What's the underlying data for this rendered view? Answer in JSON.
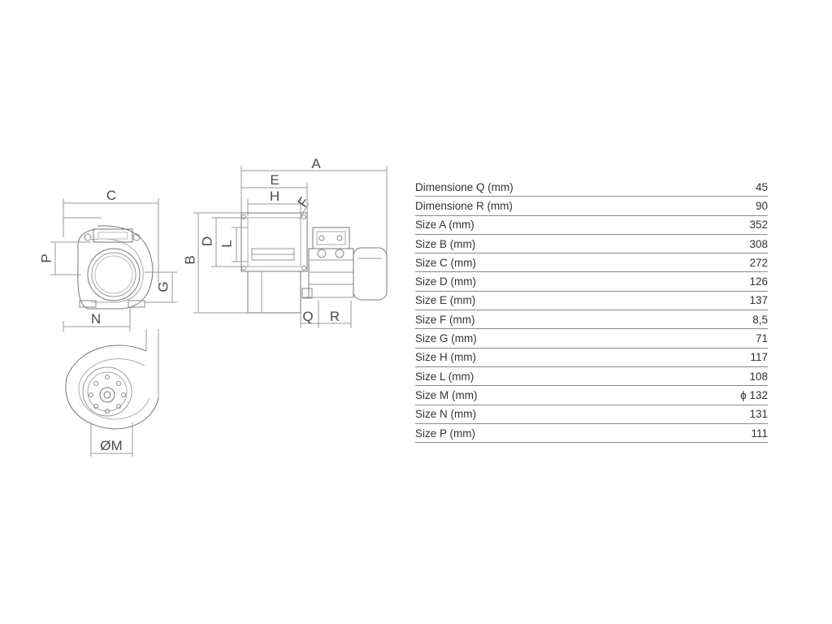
{
  "drawing": {
    "labels": {
      "A": "A",
      "B": "B",
      "C": "C",
      "D": "D",
      "E": "E",
      "F": "F",
      "G": "G",
      "H": "H",
      "L": "L",
      "N": "N",
      "P": "P",
      "Q": "Q",
      "R": "R",
      "M": "ØM"
    }
  },
  "specs": {
    "rows": [
      {
        "label": "Dimensione Q (mm)",
        "value": "45"
      },
      {
        "label": "Dimensione R (mm)",
        "value": "90"
      },
      {
        "label": "Size A (mm)",
        "value": "352"
      },
      {
        "label": "Size B (mm)",
        "value": "308"
      },
      {
        "label": "Size C (mm)",
        "value": "272"
      },
      {
        "label": "Size D (mm)",
        "value": "126"
      },
      {
        "label": "Size E (mm)",
        "value": "137"
      },
      {
        "label": "Size F (mm)",
        "value": "8,5"
      },
      {
        "label": "Size G (mm)",
        "value": "71"
      },
      {
        "label": "Size H (mm)",
        "value": "117"
      },
      {
        "label": "Size L (mm)",
        "value": "108"
      },
      {
        "label": "Size M (mm)",
        "value": "ϕ 132"
      },
      {
        "label": "Size N (mm)",
        "value": "131"
      },
      {
        "label": "Size P (mm)",
        "value": "111"
      }
    ]
  }
}
